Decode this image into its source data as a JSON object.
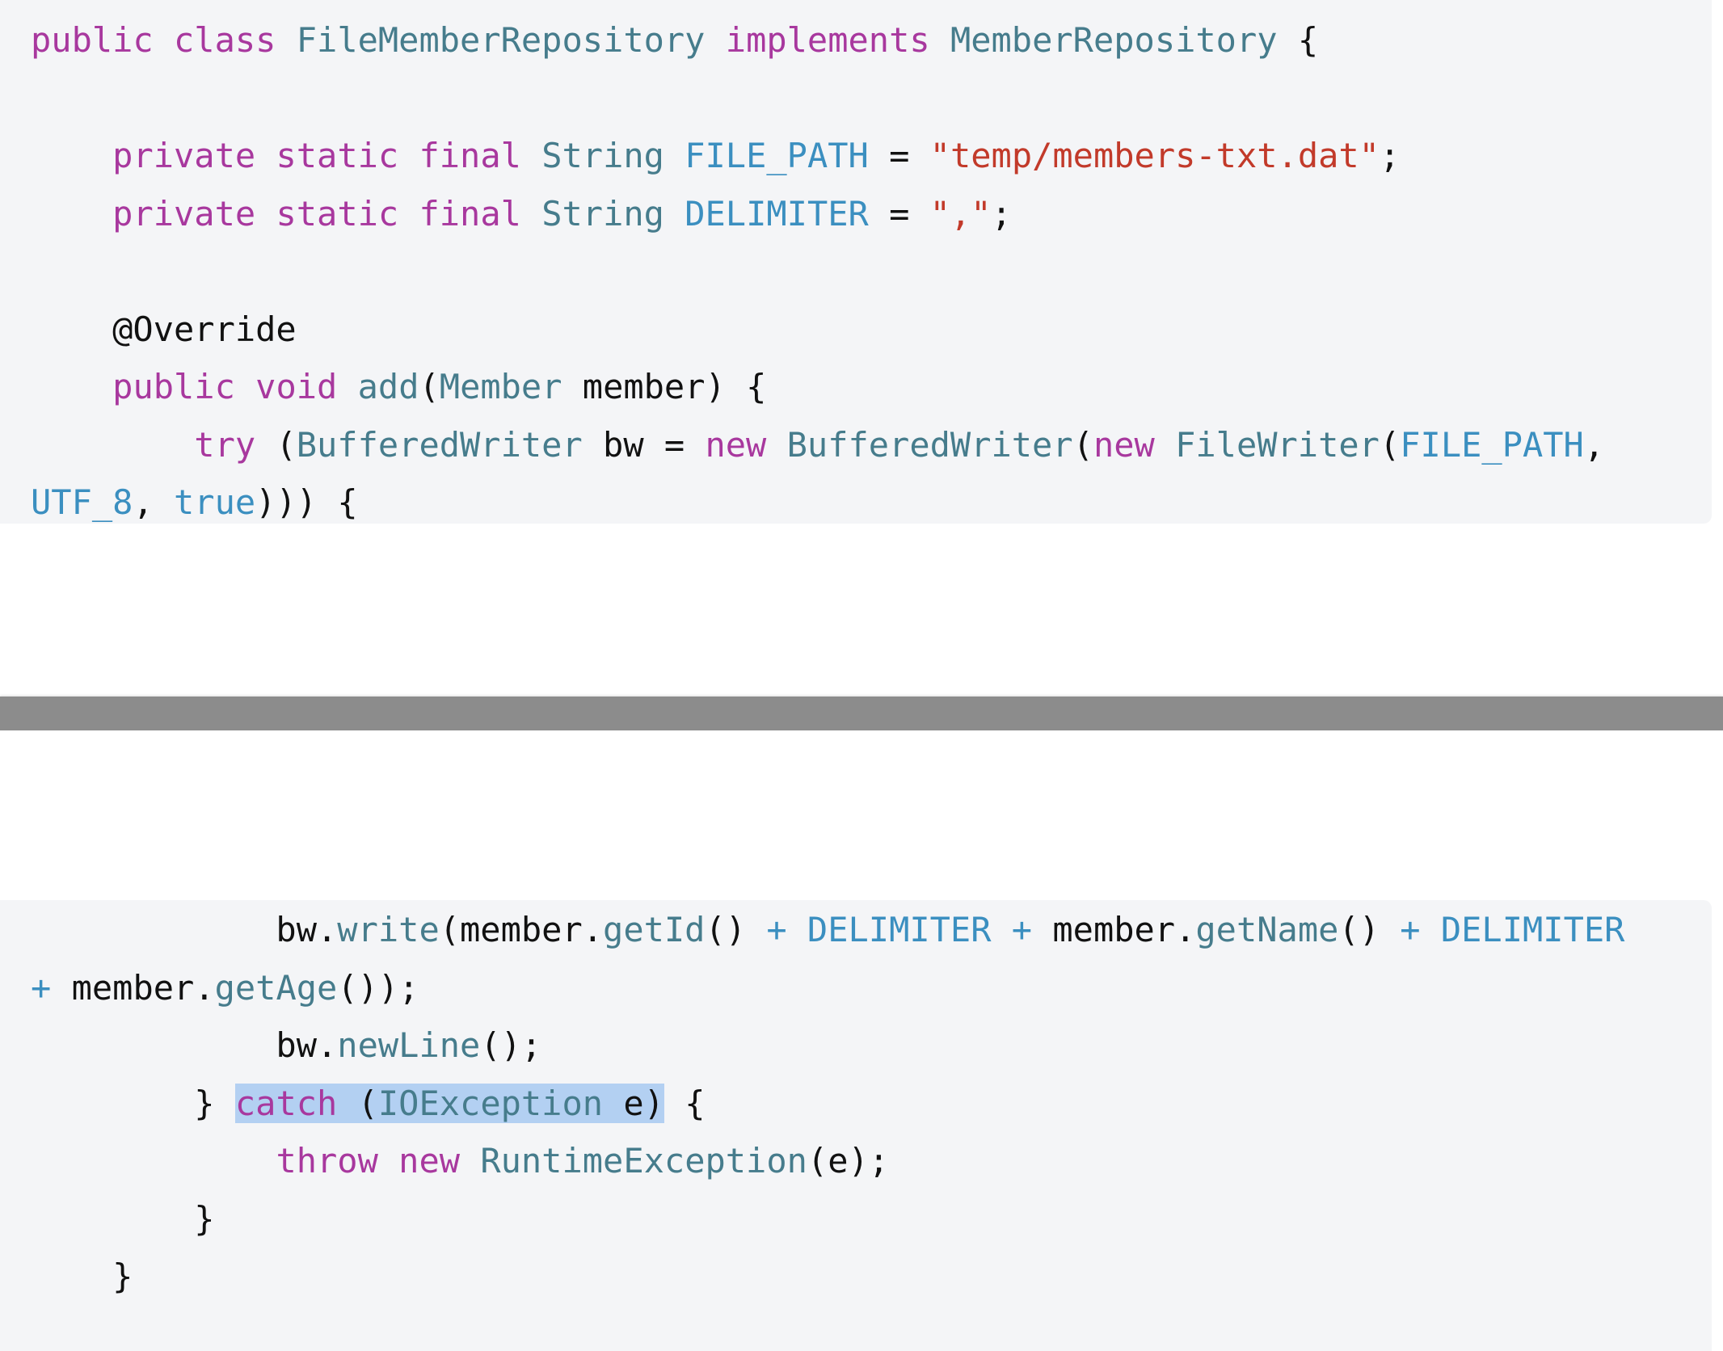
{
  "colors": {
    "keyword": "#a8389e",
    "type": "#467c8c",
    "constant": "#3b8fc0",
    "string": "#c23a2a",
    "method": "#467c8c",
    "plain": "#111111",
    "selection": "#b3d0f2",
    "code_background": "#f4f5f7",
    "divider": "#8c8c8c"
  },
  "top_block": {
    "lines": [
      [
        {
          "t": "public",
          "k": "keyword"
        },
        {
          "t": " "
        },
        {
          "t": "class",
          "k": "keyword"
        },
        {
          "t": " "
        },
        {
          "t": "FileMemberRepository",
          "k": "type"
        },
        {
          "t": " "
        },
        {
          "t": "implements",
          "k": "keyword"
        },
        {
          "t": " "
        },
        {
          "t": "MemberRepository",
          "k": "type"
        },
        {
          "t": " {"
        }
      ],
      [],
      [
        {
          "t": "    "
        },
        {
          "t": "private",
          "k": "keyword"
        },
        {
          "t": " "
        },
        {
          "t": "static",
          "k": "keyword"
        },
        {
          "t": " "
        },
        {
          "t": "final",
          "k": "keyword"
        },
        {
          "t": " "
        },
        {
          "t": "String",
          "k": "type"
        },
        {
          "t": " "
        },
        {
          "t": "FILE_PATH",
          "k": "constant"
        },
        {
          "t": " = "
        },
        {
          "t": "\"temp/members-txt.dat\"",
          "k": "string"
        },
        {
          "t": ";"
        }
      ],
      [
        {
          "t": "    "
        },
        {
          "t": "private",
          "k": "keyword"
        },
        {
          "t": " "
        },
        {
          "t": "static",
          "k": "keyword"
        },
        {
          "t": " "
        },
        {
          "t": "final",
          "k": "keyword"
        },
        {
          "t": " "
        },
        {
          "t": "String",
          "k": "type"
        },
        {
          "t": " "
        },
        {
          "t": "DELIMITER",
          "k": "constant"
        },
        {
          "t": " = "
        },
        {
          "t": "\",\"",
          "k": "string"
        },
        {
          "t": ";"
        }
      ],
      [],
      [
        {
          "t": "    @Override"
        }
      ],
      [
        {
          "t": "    "
        },
        {
          "t": "public",
          "k": "keyword"
        },
        {
          "t": " "
        },
        {
          "t": "void",
          "k": "keyword"
        },
        {
          "t": " "
        },
        {
          "t": "add",
          "k": "method"
        },
        {
          "t": "("
        },
        {
          "t": "Member",
          "k": "type"
        },
        {
          "t": " member) {"
        }
      ],
      [
        {
          "t": "        "
        },
        {
          "t": "try",
          "k": "keyword"
        },
        {
          "t": " ("
        },
        {
          "t": "BufferedWriter",
          "k": "type"
        },
        {
          "t": " bw = "
        },
        {
          "t": "new",
          "k": "keyword"
        },
        {
          "t": " "
        },
        {
          "t": "BufferedWriter",
          "k": "type"
        },
        {
          "t": "("
        },
        {
          "t": "new",
          "k": "keyword"
        },
        {
          "t": " "
        },
        {
          "t": "FileWriter",
          "k": "type"
        },
        {
          "t": "("
        },
        {
          "t": "FILE_PATH",
          "k": "constant"
        },
        {
          "t": ","
        }
      ],
      [
        {
          "t": "UTF_8",
          "k": "constant"
        },
        {
          "t": ", "
        },
        {
          "t": "true",
          "k": "constant"
        },
        {
          "t": "))) {"
        }
      ]
    ]
  },
  "bottom_block": {
    "lines": [
      [
        {
          "t": "            bw."
        },
        {
          "t": "write",
          "k": "method"
        },
        {
          "t": "(member."
        },
        {
          "t": "getId",
          "k": "method"
        },
        {
          "t": "() "
        },
        {
          "t": "+",
          "k": "constant"
        },
        {
          "t": " "
        },
        {
          "t": "DELIMITER",
          "k": "constant"
        },
        {
          "t": " "
        },
        {
          "t": "+",
          "k": "constant"
        },
        {
          "t": " member."
        },
        {
          "t": "getName",
          "k": "method"
        },
        {
          "t": "() "
        },
        {
          "t": "+",
          "k": "constant"
        },
        {
          "t": " "
        },
        {
          "t": "DELIMITER",
          "k": "constant"
        }
      ],
      [
        {
          "t": "+",
          "k": "constant"
        },
        {
          "t": " member."
        },
        {
          "t": "getAge",
          "k": "method"
        },
        {
          "t": "());"
        }
      ],
      [
        {
          "t": "            bw."
        },
        {
          "t": "newLine",
          "k": "method"
        },
        {
          "t": "();"
        }
      ],
      [
        {
          "t": "        } "
        },
        {
          "t": "catch",
          "k": "keyword",
          "sel": true
        },
        {
          "t": " (",
          "sel": true
        },
        {
          "t": "IOException",
          "k": "type",
          "sel": true
        },
        {
          "t": " e)",
          "sel": true
        },
        {
          "t": " {"
        }
      ],
      [
        {
          "t": "            "
        },
        {
          "t": "throw",
          "k": "keyword"
        },
        {
          "t": " "
        },
        {
          "t": "new",
          "k": "keyword"
        },
        {
          "t": " "
        },
        {
          "t": "RuntimeException",
          "k": "type"
        },
        {
          "t": "(e);"
        }
      ],
      [
        {
          "t": "        }"
        }
      ],
      [
        {
          "t": "    }"
        }
      ]
    ]
  }
}
